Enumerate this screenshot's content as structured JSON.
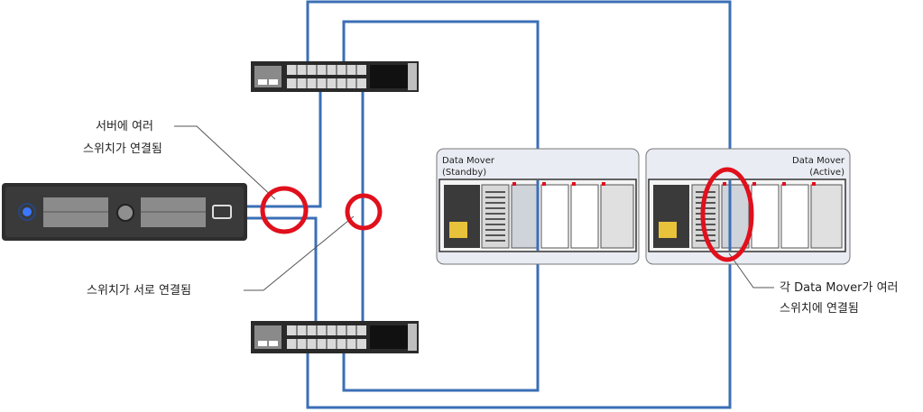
{
  "colors": {
    "cable": "#3b6fb6",
    "highlight": "#e0101c",
    "leader": "#555555",
    "device_dark": "#2a2a2a",
    "panel_bg": "#e9ecf3"
  },
  "annotations": {
    "server_multi_switch": [
      "서버에 여러",
      "스위치가 연결됨"
    ],
    "switches_interconnected": "스위치가 서로 연결됨",
    "datamover_multi_switch": [
      "각 Data Mover가 여러",
      "스위치에 연결됨"
    ]
  },
  "data_movers": [
    {
      "name": "Data Mover",
      "role": "(Standby)"
    },
    {
      "name": "Data Mover",
      "role": "(Active)"
    }
  ],
  "icons": {
    "server": "rack-server-icon",
    "switch": "network-switch-icon",
    "blade": "blade-chassis-icon"
  }
}
